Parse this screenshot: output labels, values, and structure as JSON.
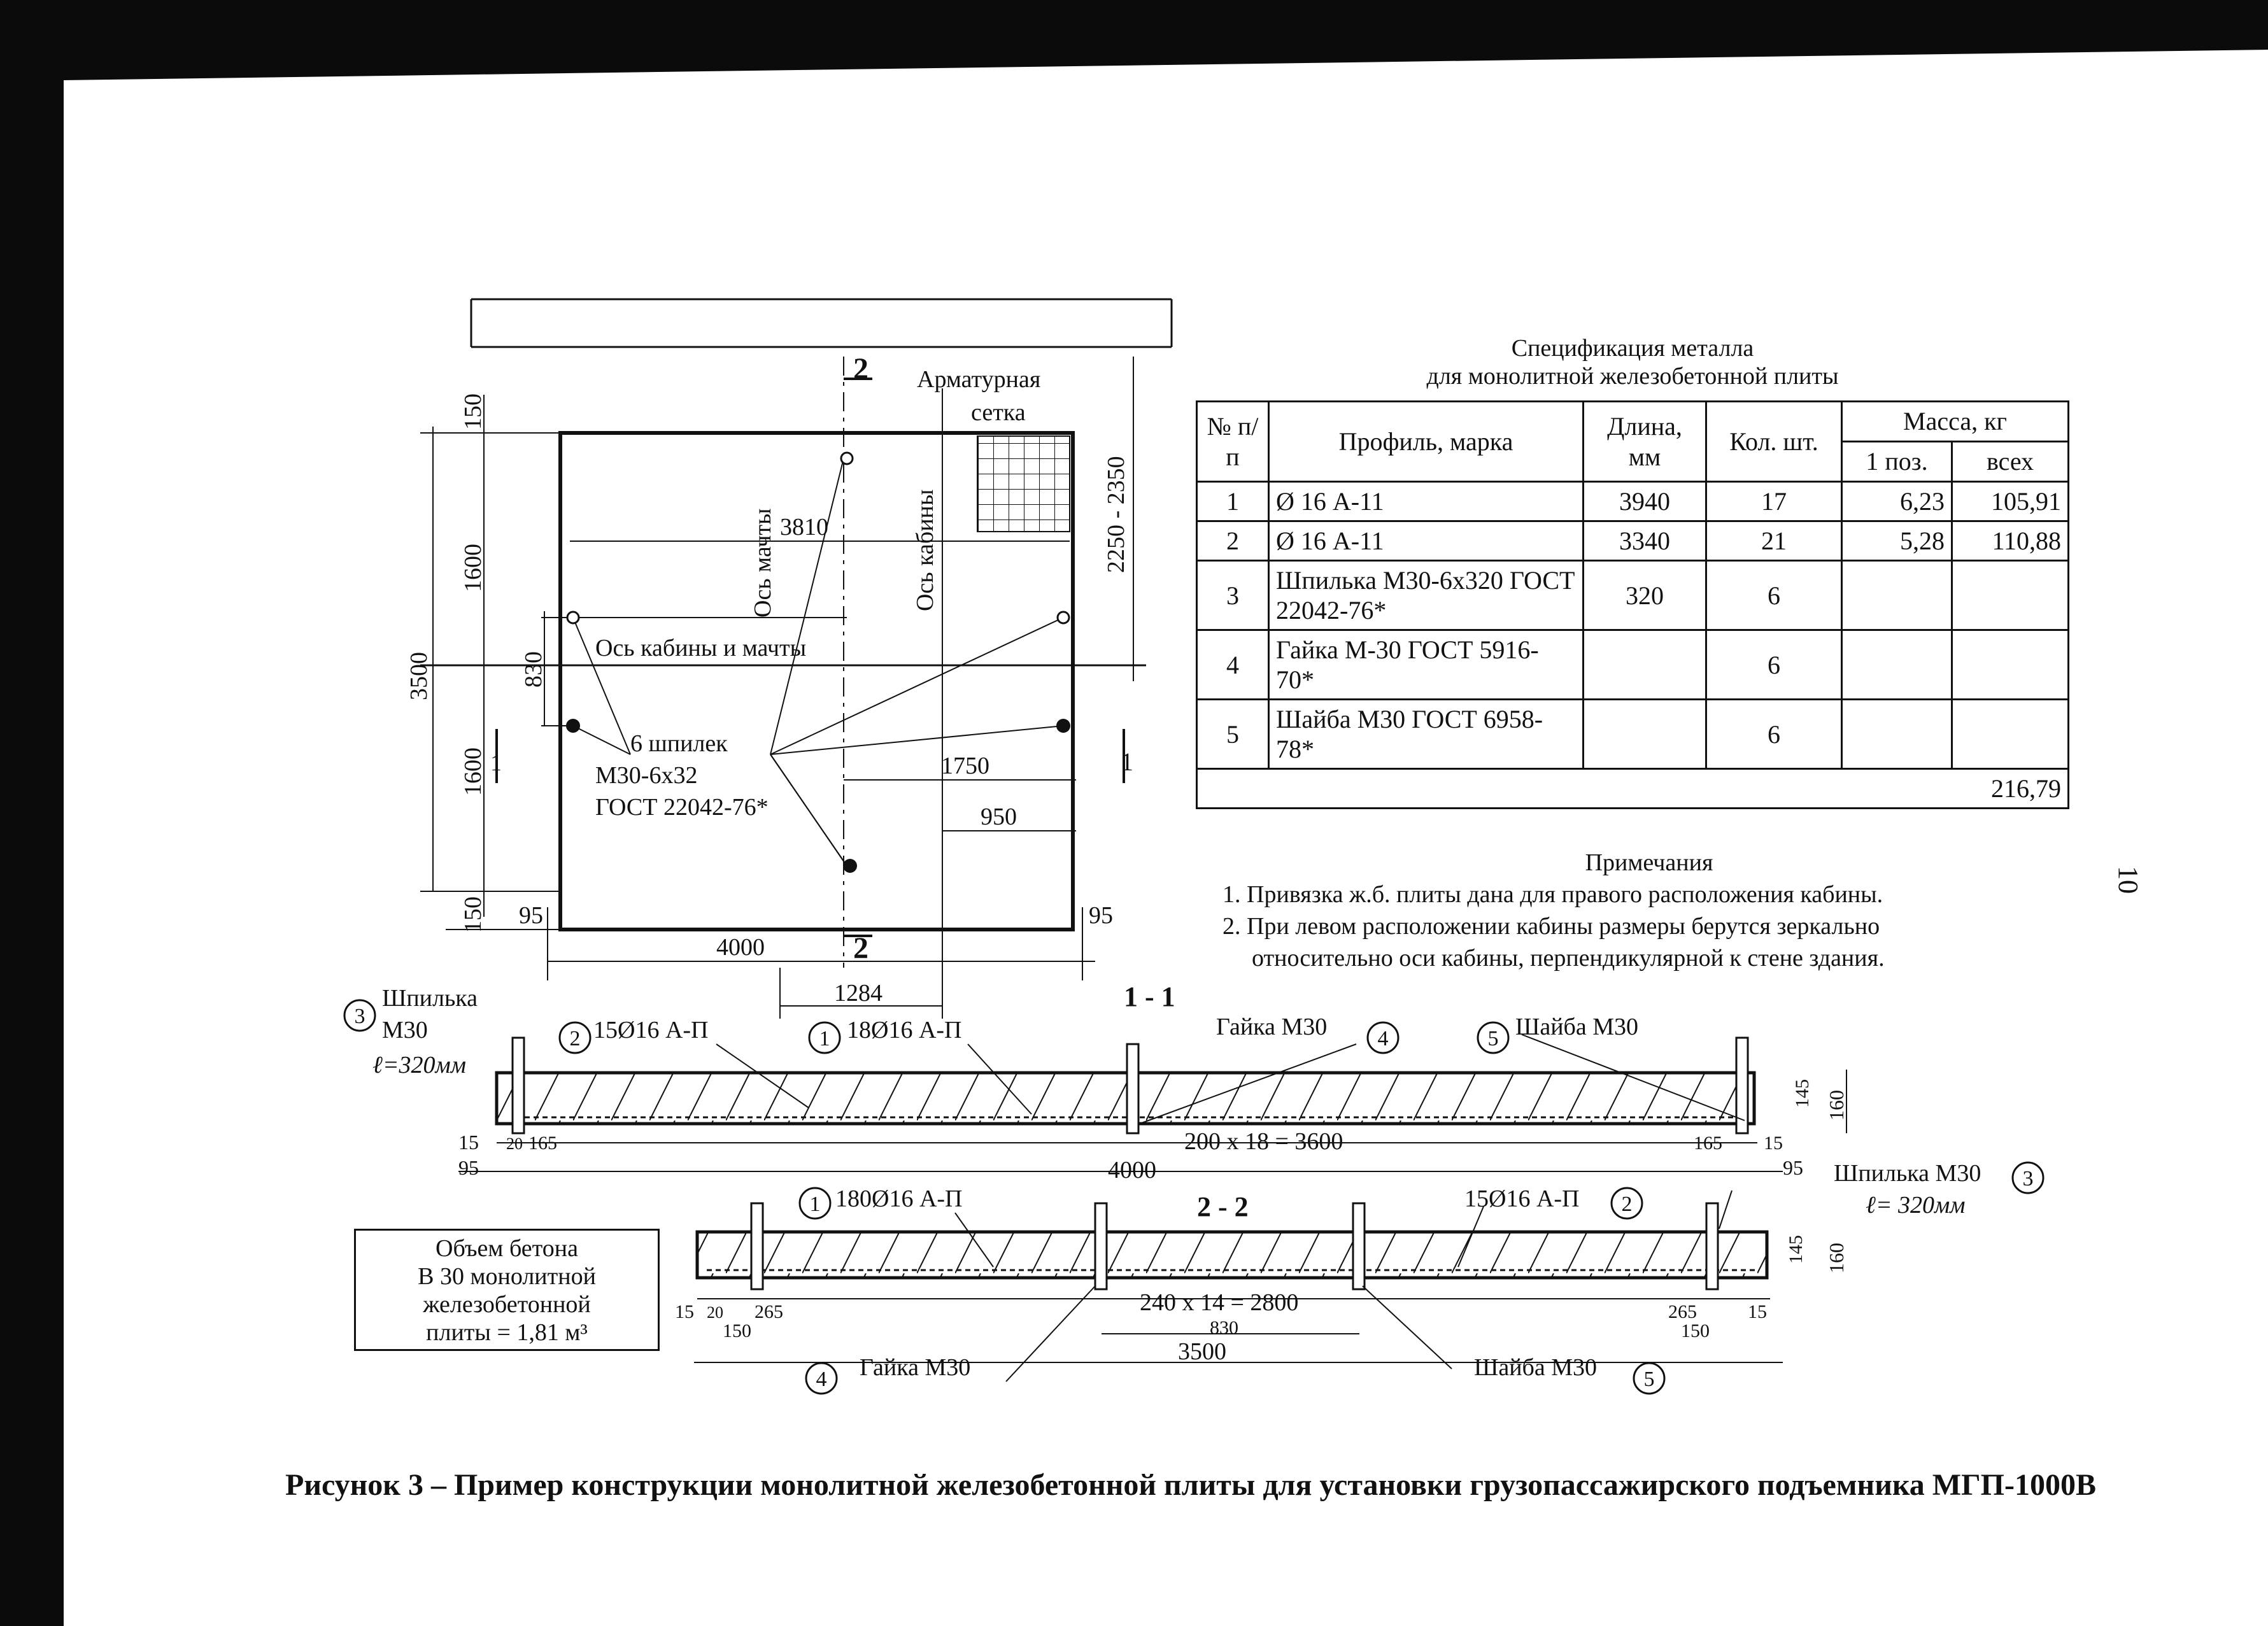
{
  "spec": {
    "title_line1": "Спецификация металла",
    "title_line2": "для монолитной железобетонной плиты",
    "headers": {
      "num": "№ п/п",
      "profile": "Профиль, марка",
      "length": "Длина, мм",
      "qty": "Кол. шт.",
      "mass": "Масса, кг",
      "mass_one": "1 поз.",
      "mass_all": "всех"
    },
    "rows": [
      {
        "num": "1",
        "profile": "Ø 16 А-11",
        "length": "3940",
        "qty": "17",
        "m1": "6,23",
        "mall": "105,91"
      },
      {
        "num": "2",
        "profile": "Ø 16 А-11",
        "length": "3340",
        "qty": "21",
        "m1": "5,28",
        "mall": "110,88"
      },
      {
        "num": "3",
        "profile": "Шпилька М30-6х320 ГОСТ 22042-76*",
        "length": "320",
        "qty": "6",
        "m1": "",
        "mall": ""
      },
      {
        "num": "4",
        "profile": "Гайка М-30 ГОСТ 5916-70*",
        "length": "",
        "qty": "6",
        "m1": "",
        "mall": ""
      },
      {
        "num": "5",
        "profile": "Шайба М30 ГОСТ 6958-78*",
        "length": "",
        "qty": "6",
        "m1": "",
        "mall": ""
      }
    ],
    "total": "216,79"
  },
  "notes": {
    "title": "Примечания",
    "items": [
      "1. Привязка ж.б. плиты дана для правого расположения кабины.",
      "2. При левом расположении кабины размеры берутся зеркально",
      "относительно оси кабины, перпендикулярной к стене здания."
    ]
  },
  "plan": {
    "arm_mesh_1": "Арматурная",
    "arm_mesh_2": "сетка",
    "mast_axis": "Ось мачты",
    "cabin_axis": "Ось кабины",
    "cabin_mast_axis": "Ось кабины и мачты",
    "studs_1": "6 шпилек",
    "studs_2": "М30-6х32",
    "studs_3": "ГОСТ 22042-76*",
    "dim_3810": "3810",
    "dim_150_top": "150",
    "dim_1600_top": "1600",
    "dim_830": "830",
    "dim_3500": "3500",
    "dim_1600_bot": "1600",
    "dim_150_bot": "150",
    "dim_2250": "2250 - 2350",
    "dim_1750": "1750",
    "dim_950": "950",
    "dim_95_left": "95",
    "dim_95_right": "95",
    "dim_4000": "4000",
    "dim_1284": "1284",
    "sec2": "2",
    "sec1": "1"
  },
  "section11": {
    "title": "1 - 1",
    "stud_1": "Шпилька",
    "stud_2": "М30",
    "stud_3": "ℓ=320мм",
    "bar2": "15Ø16 А-П",
    "bar1": "18Ø16 А-П",
    "nut": "Гайка М30",
    "washer": "Шайба М30",
    "pitch": "200 х 18 = 3600",
    "total": "4000",
    "d15": "15",
    "d20": "20",
    "d165": "165",
    "d95": "95",
    "d145": "145",
    "d160": "160"
  },
  "section22": {
    "title": "2 - 2",
    "bar1": "180Ø16 А-П",
    "bar2": "15Ø16 А-П",
    "stud": "Шпилька М30",
    "stud_len": "ℓ= 320мм",
    "pitch": "240 х 14 = 2800",
    "d830": "830",
    "total": "3500",
    "nut": "Гайка М30",
    "washer": "Шайба М30",
    "d15": "15",
    "d20": "20",
    "d265": "265",
    "d150": "150",
    "d145": "145",
    "d160": "160"
  },
  "concrete": {
    "l1": "Объем бетона",
    "l2": "В 30 монолитной",
    "l3": "железобетонной",
    "l4": "плиты = 1,81 м³"
  },
  "callouts": {
    "c1": "1",
    "c2": "2",
    "c3": "3",
    "c4": "4",
    "c5": "5"
  },
  "caption": "Рисунок 3 – Пример конструкции монолитной железобетонной плиты для установки грузопассажирского подъемника МГП-1000В",
  "page_number": "10"
}
